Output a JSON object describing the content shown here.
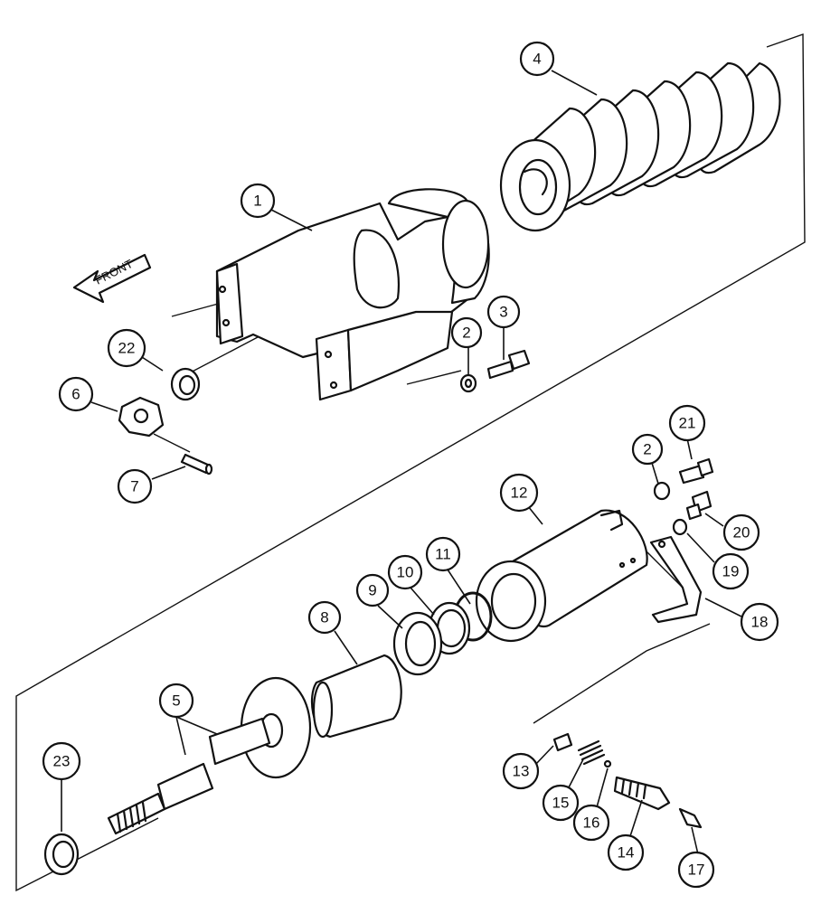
{
  "diagram": {
    "direction_label": "FRONT",
    "callouts": {
      "c1": "1",
      "c2a": "2",
      "c2b": "2",
      "c3": "3",
      "c4": "4",
      "c5": "5",
      "c6": "6",
      "c7": "7",
      "c8": "8",
      "c9": "9",
      "c10": "10",
      "c11": "11",
      "c12": "12",
      "c13": "13",
      "c14": "14",
      "c15": "15",
      "c16": "16",
      "c17": "17",
      "c18": "18",
      "c19": "19",
      "c20": "20",
      "c21": "21",
      "c22": "22",
      "c23": "23"
    }
  }
}
